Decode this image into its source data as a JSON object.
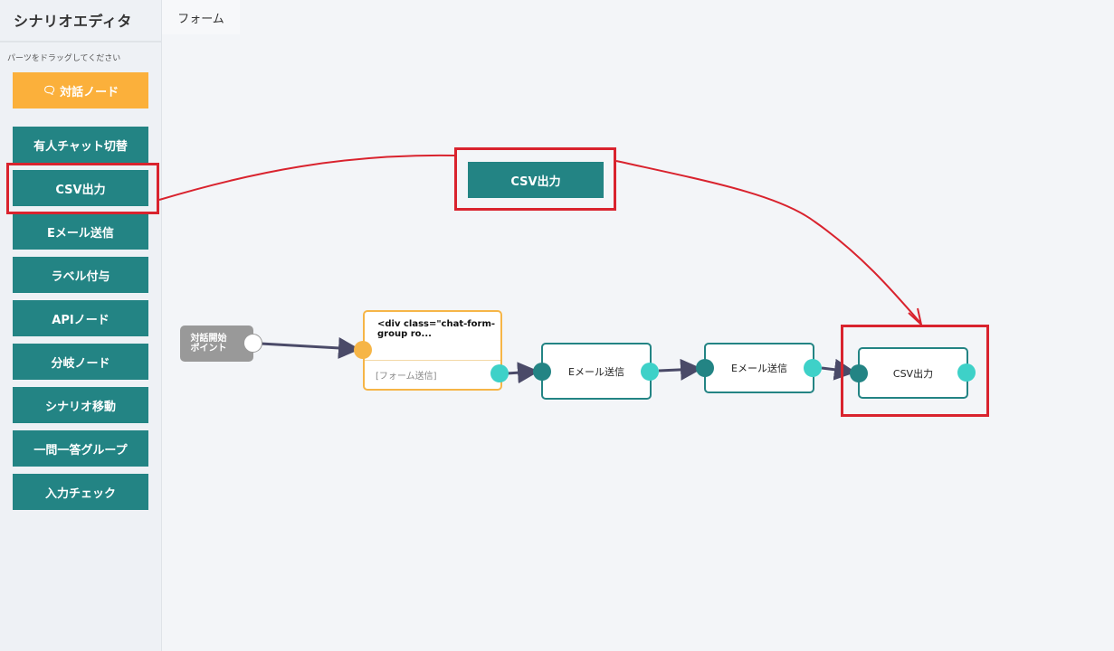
{
  "sidebar": {
    "title": "シナリオエディタ",
    "hint": "パーツをドラッグしてください",
    "dialog_node": {
      "icon": "chat-bubbles-icon",
      "label": "対話ノード"
    },
    "items": [
      {
        "label": "有人チャット切替"
      },
      {
        "label": "CSV出力"
      },
      {
        "label": "Eメール送信"
      },
      {
        "label": "ラベル付与"
      },
      {
        "label": "APIノード"
      },
      {
        "label": "分岐ノード"
      },
      {
        "label": "シナリオ移動"
      },
      {
        "label": "一問一答グループ"
      },
      {
        "label": "入力チェック"
      }
    ]
  },
  "tabs": {
    "form": "フォーム"
  },
  "canvas": {
    "start_node": {
      "line1": "対話開始",
      "line2": "ポイント"
    },
    "form_node": {
      "html": "<div class=\"chat-form-group ro...",
      "label": "[フォーム送信]"
    },
    "email_node_1": {
      "label": "Eメール送信"
    },
    "email_node_2": {
      "label": "Eメール送信"
    },
    "csv_node": {
      "label": "CSV出力"
    },
    "dragging_button": {
      "label": "CSV出力"
    }
  },
  "colors": {
    "teal": "#238484",
    "orange": "#fbb03b",
    "port_out": "#3ed1c8",
    "highlight_red": "#d9232e",
    "edge": "#4a4a68"
  }
}
